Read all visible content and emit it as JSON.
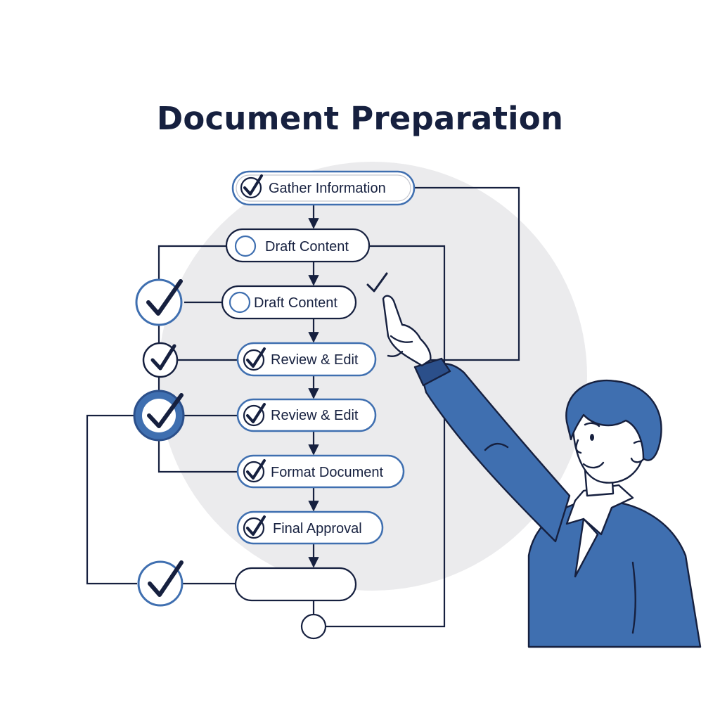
{
  "title": "Document Preparation",
  "colors": {
    "ink": "#16203f",
    "accent": "#3f6fb0",
    "accent_dark": "#2b4f8a",
    "backdrop": "#ebebed",
    "skin": "#ffffff"
  },
  "steps": [
    {
      "id": "gather",
      "label": "Gather Information",
      "status": "checked"
    },
    {
      "id": "draft-1",
      "label": "Draft Content",
      "status": "open"
    },
    {
      "id": "draft-2",
      "label": "Draft Content",
      "status": "open"
    },
    {
      "id": "review-1",
      "label": "Review & Edit",
      "status": "checked"
    },
    {
      "id": "review-2",
      "label": "Review & Edit",
      "status": "checked"
    },
    {
      "id": "format",
      "label": "Format Document",
      "status": "checked"
    },
    {
      "id": "approval",
      "label": "Final Approval",
      "status": "checked"
    },
    {
      "id": "blank",
      "label": "",
      "status": "none"
    }
  ],
  "side_checks": [
    {
      "id": "check-a",
      "style": "outline"
    },
    {
      "id": "check-b",
      "style": "outline"
    },
    {
      "id": "check-c",
      "style": "filled"
    },
    {
      "id": "check-d",
      "style": "outline"
    }
  ],
  "end_node": {
    "id": "end",
    "style": "circle"
  },
  "icons": {
    "check": "check-icon",
    "open": "empty-circle-icon",
    "pointer": "pointing-person-illustration"
  }
}
